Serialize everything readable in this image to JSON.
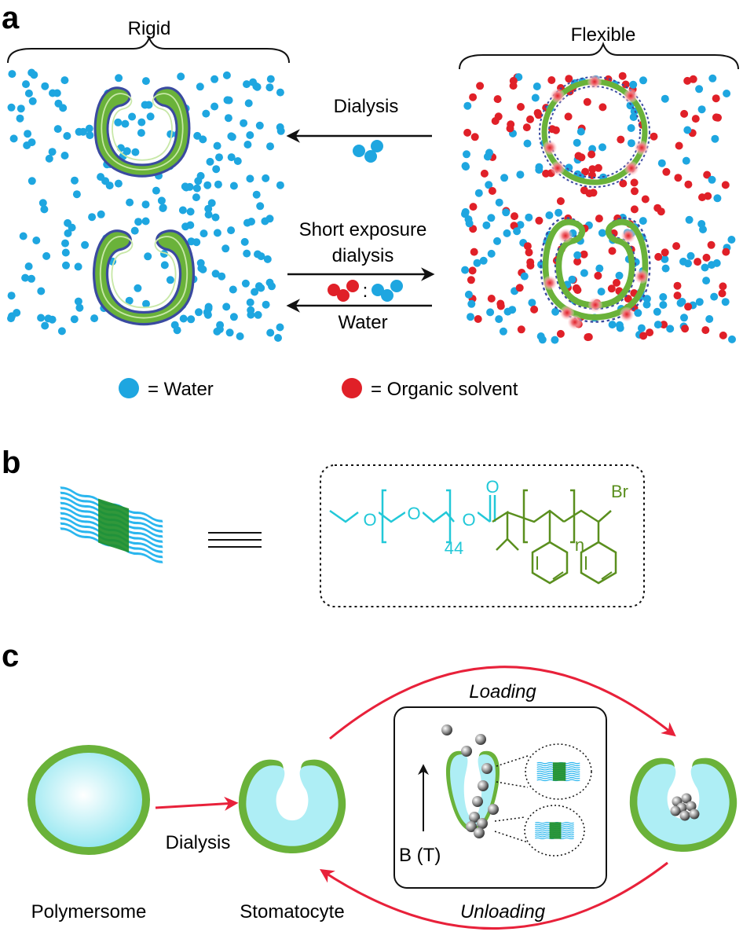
{
  "panel_a": {
    "label": "a",
    "rigid_label": "Rigid",
    "flexible_label": "Flexible",
    "arrow_top_label": "Dialysis",
    "arrow_mid_label_line1": "Short exposure",
    "arrow_mid_label_line2": "dialysis",
    "ratio_colon": ":",
    "arrow_bottom_label": "Water",
    "legend": [
      {
        "text": "= Water",
        "color": "#1ea6e0"
      },
      {
        "text": "= Organic solvent",
        "color": "#e02028"
      }
    ]
  },
  "panel_b": {
    "label": "b",
    "oxygen_labels": [
      "O",
      "O",
      "O",
      "O"
    ],
    "repeat_subscript": "44",
    "n_subscript": "n",
    "bromine": "Br",
    "colors": {
      "peg": "#22c8d8",
      "ps": "#5a8f1e"
    }
  },
  "panel_c": {
    "label": "c",
    "polymersome": "Polymersome",
    "stomatocyte": "Stomatocyte",
    "dialysis": "Dialysis",
    "loading": "Loading",
    "unloading": "Unloading",
    "field": "B (T)"
  },
  "colors": {
    "water": "#1ea6e0",
    "solvent": "#e02028",
    "membrane_green": "#6ab23a",
    "membrane_outline": "#3a4aa0",
    "lumen_cyan": "#aeeef5",
    "arrow_red": "#e8213a"
  }
}
